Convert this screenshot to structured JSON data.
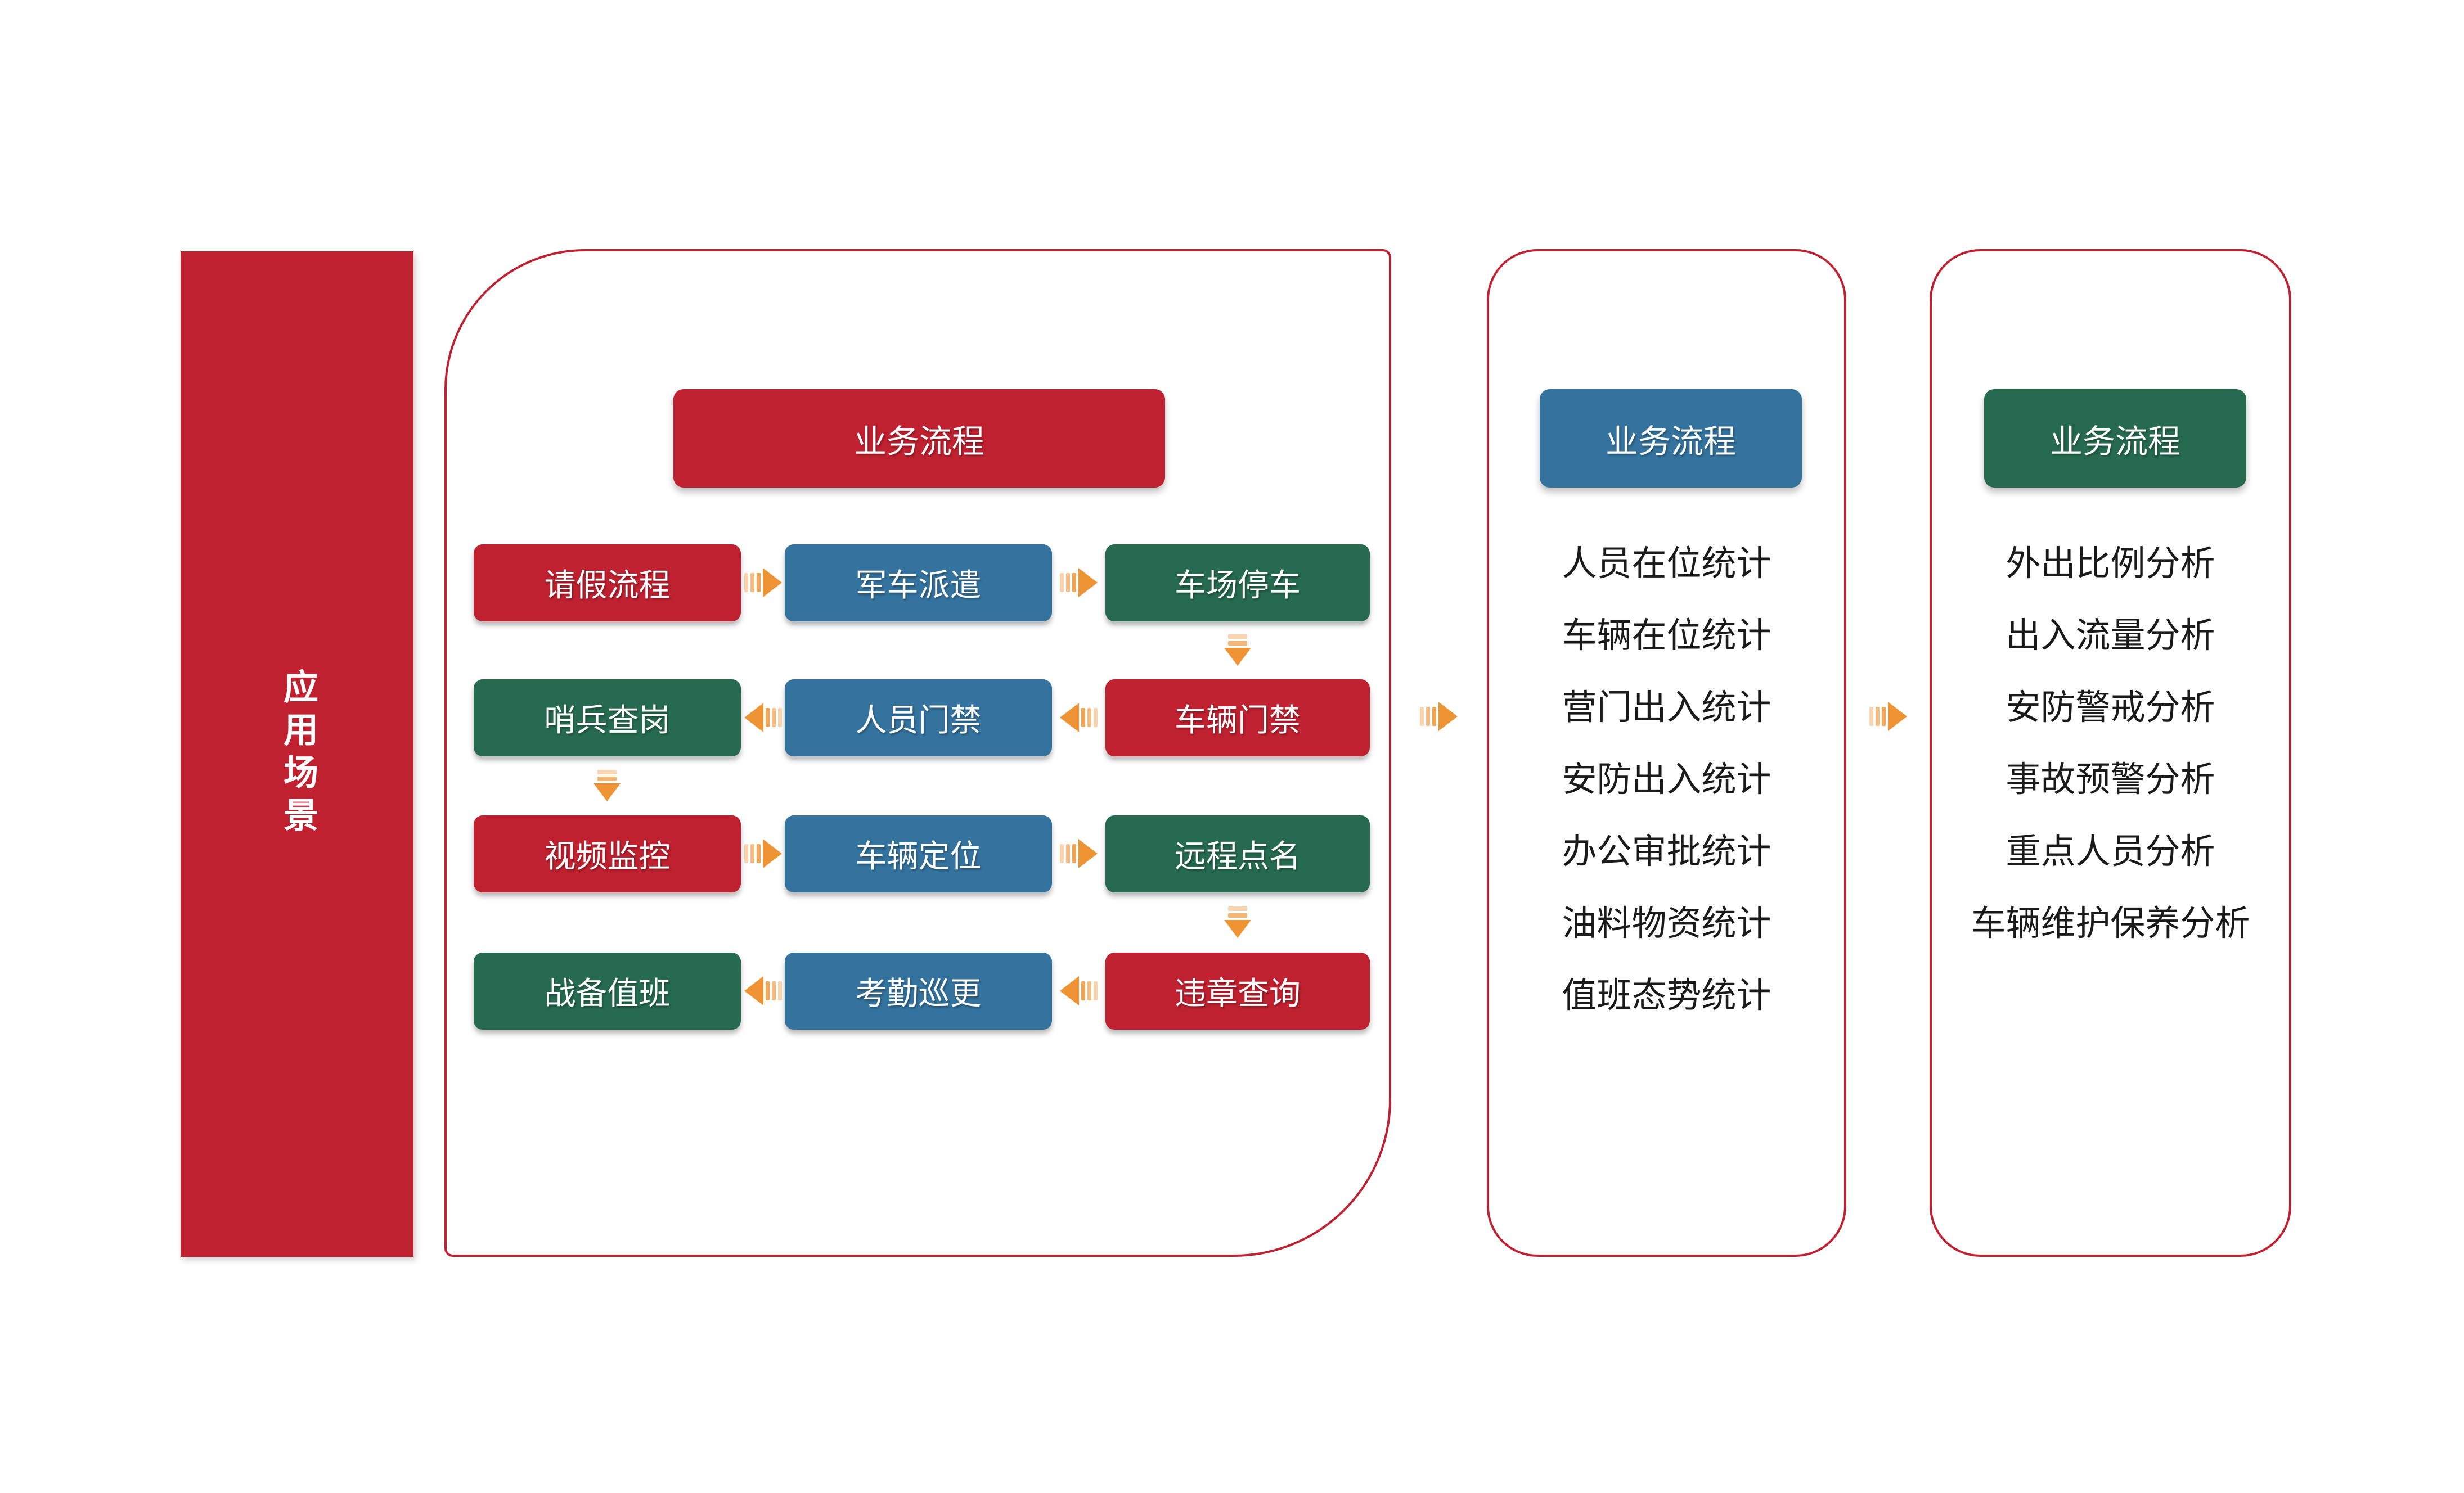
{
  "palette": {
    "red": "#BF2130",
    "blue": "#34739E",
    "green": "#266B4F",
    "orange": "#EF9435",
    "border_red": "#BE2232",
    "list_text": "#1A1A1A"
  },
  "scenario_bar": {
    "label": "应用场景"
  },
  "process_panel": {
    "header": "业务流程",
    "rows": [
      {
        "direction": "right",
        "cells": [
          {
            "label": "请假流程",
            "color": "#BF2130"
          },
          {
            "label": "军车派遣",
            "color": "#34739E"
          },
          {
            "label": "车场停车",
            "color": "#266B4F"
          }
        ]
      },
      {
        "direction": "left",
        "cells": [
          {
            "label": "哨兵查岗",
            "color": "#266B4F"
          },
          {
            "label": "人员门禁",
            "color": "#34739E"
          },
          {
            "label": "车辆门禁",
            "color": "#BF2130"
          }
        ]
      },
      {
        "direction": "right",
        "cells": [
          {
            "label": "视频监控",
            "color": "#BF2130"
          },
          {
            "label": "车辆定位",
            "color": "#34739E"
          },
          {
            "label": "远程点名",
            "color": "#266B4F"
          }
        ]
      },
      {
        "direction": "left",
        "cells": [
          {
            "label": "战备值班",
            "color": "#266B4F"
          },
          {
            "label": "考勤巡更",
            "color": "#34739E"
          },
          {
            "label": "违章查询",
            "color": "#BF2130"
          }
        ]
      }
    ]
  },
  "stats_panel": {
    "header": "业务流程",
    "items": [
      "人员在位统计",
      "车辆在位统计",
      "营门出入统计",
      "安防出入统计",
      "办公审批统计",
      "油料物资统计",
      "值班态势统计"
    ]
  },
  "analysis_panel": {
    "header": "业务流程",
    "items": [
      "外出比例分析",
      "出入流量分析",
      "安防警戒分析",
      "事故预警分析",
      "重点人员分析",
      "车辆维护保养分析"
    ]
  }
}
